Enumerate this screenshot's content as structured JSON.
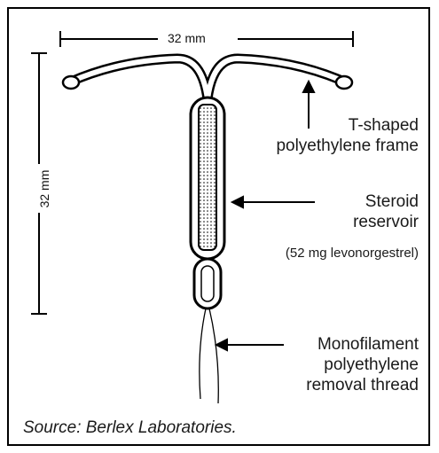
{
  "dimensions": {
    "width_label": "32 mm",
    "height_label": "32 mm"
  },
  "labels": {
    "frame": [
      "T-shaped",
      "polyethylene frame"
    ],
    "reservoir": [
      "Steroid",
      "reservoir"
    ],
    "reservoir_dose": "(52 mg levonorgestrel)",
    "thread": [
      "Monofilament",
      "polyethylene",
      "removal thread"
    ]
  },
  "source": "Source: Berlex Laboratories."
}
